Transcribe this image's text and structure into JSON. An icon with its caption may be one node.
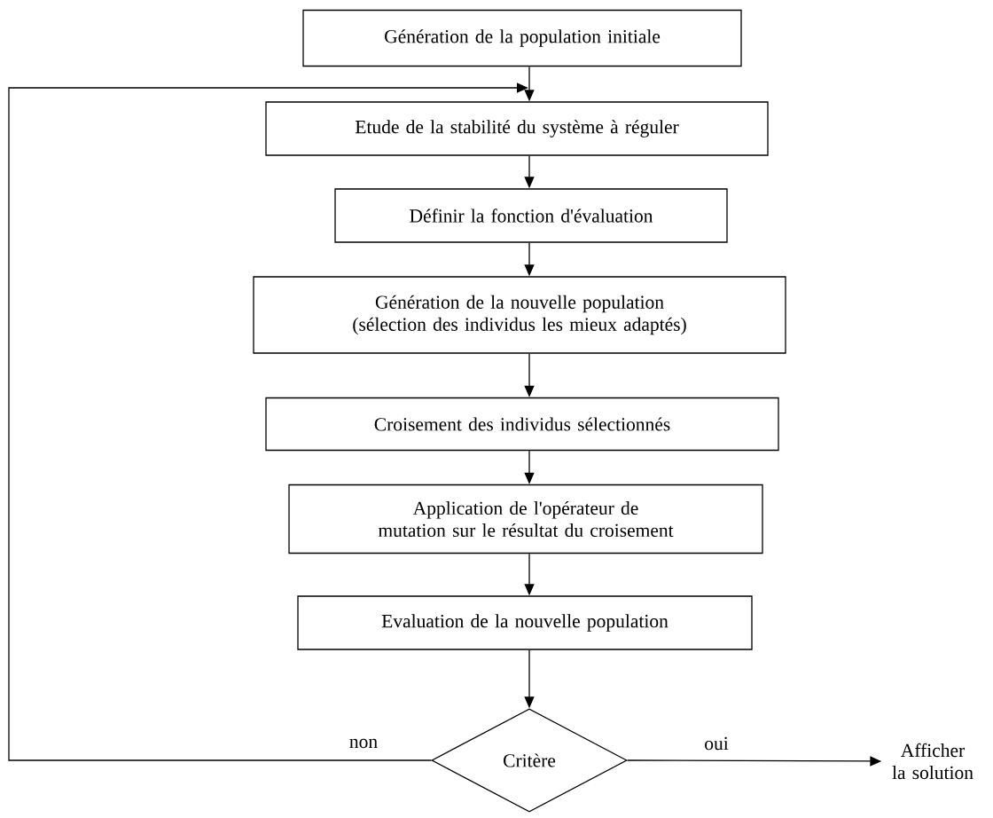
{
  "diagram": {
    "nodes": [
      {
        "text": [
          "Génération de la population initiale"
        ]
      },
      {
        "text": [
          "Etude de la stabilité du système à réguler"
        ]
      },
      {
        "text": [
          "Définir la fonction d'évaluation"
        ]
      },
      {
        "text": [
          "Génération de la nouvelle population (sélection des individus les mieux adaptés)"
        ]
      },
      {
        "text": [
          "Croisement des individus sélectionnés"
        ]
      },
      {
        "text": [
          "Application de l'opérateur de mutation sur le résultat du croisement"
        ]
      },
      {
        "text": [
          "Evaluation de la nouvelle population"
        ]
      },
      {
        "text": [
          "Critère"
        ]
      },
      {
        "text": [
          "Afficher la solution"
        ]
      }
    ],
    "edges": [
      {
        "from": 0,
        "to": 1,
        "arrow": "to"
      },
      {
        "from": 1,
        "to": 2,
        "arrow": "to"
      },
      {
        "from": 2,
        "to": 3,
        "arrow": "to"
      },
      {
        "from": 3,
        "to": 4,
        "arrow": "to"
      },
      {
        "from": 4,
        "to": 5,
        "arrow": "to"
      },
      {
        "from": 5,
        "to": 6,
        "arrow": "to"
      },
      {
        "from": 6,
        "to": 7,
        "arrow": "to"
      },
      {
        "from": 7,
        "to": 1,
        "arrow": "to",
        "label": "non"
      },
      {
        "from": 7,
        "to": 8,
        "arrow": "to",
        "label": "oui"
      }
    ]
  }
}
